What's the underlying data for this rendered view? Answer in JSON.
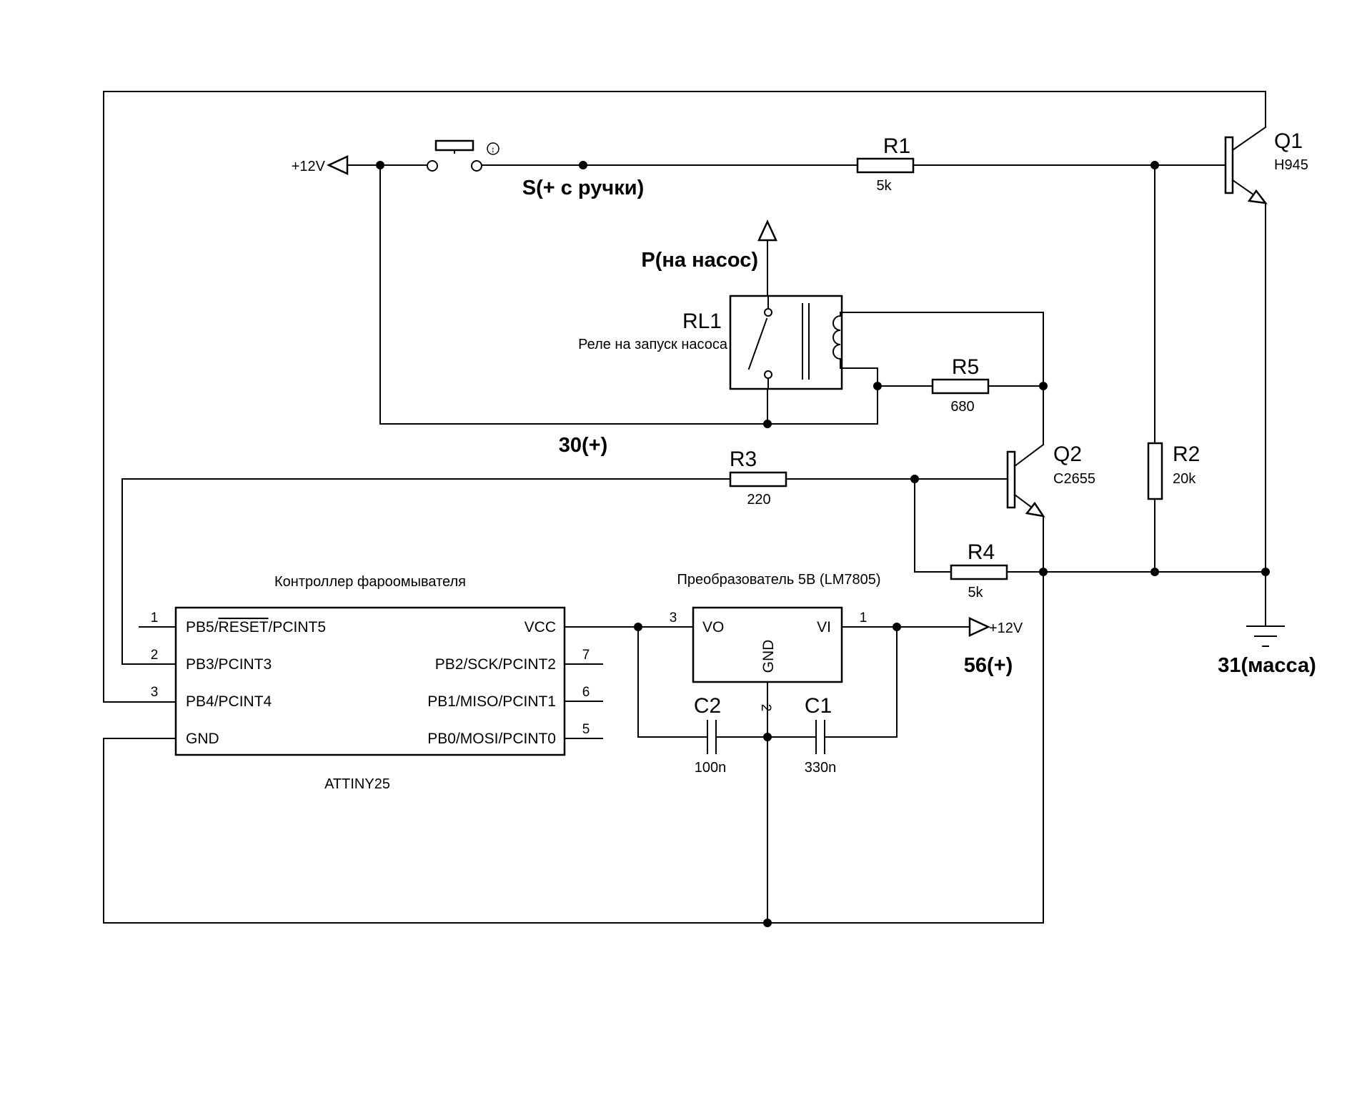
{
  "net_labels": {
    "supply_left": "+12V",
    "supply_right": "+12V",
    "switch_net": "S(+ с ручки)",
    "pump_out": "P(на насос)",
    "n30": "30(+)",
    "n56": "56(+)",
    "n31": "31(масса)"
  },
  "components": {
    "r1": {
      "ref": "R1",
      "value": "5k"
    },
    "r2": {
      "ref": "R2",
      "value": "20k"
    },
    "r3": {
      "ref": "R3",
      "value": "220"
    },
    "r4": {
      "ref": "R4",
      "value": "5k"
    },
    "r5": {
      "ref": "R5",
      "value": "680"
    },
    "c1": {
      "ref": "C1",
      "value": "330n"
    },
    "c2": {
      "ref": "C2",
      "value": "100n"
    },
    "q1": {
      "ref": "Q1",
      "value": "H945"
    },
    "q2": {
      "ref": "Q2",
      "value": "C2655"
    },
    "rl1": {
      "ref": "RL1",
      "desc": "Реле на запуск насоса"
    }
  },
  "controller": {
    "title": "Контроллер фароомывателя",
    "part": "ATTINY25",
    "pins_left": [
      {
        "num": "1",
        "pre": "PB5/",
        "over": "RESET",
        "post": "/PCINT5"
      },
      {
        "num": "2",
        "label": "PB3/PCINT3"
      },
      {
        "num": "3",
        "label": "PB4/PCINT4"
      },
      {
        "label": "GND"
      }
    ],
    "pins_right": [
      {
        "label": "VCC"
      },
      {
        "num": "7",
        "label": "PB2/SCK/PCINT2"
      },
      {
        "num": "6",
        "label": "PB1/MISO/PCINT1"
      },
      {
        "num": "5",
        "label": "PB0/MOSI/PCINT0"
      }
    ]
  },
  "regulator": {
    "title": "Преобразователь 5В (LM7805)",
    "vo": "VO",
    "vi": "VI",
    "gnd": "GND",
    "pin_vo": "3",
    "pin_vi": "1",
    "pin_gnd": "2"
  }
}
